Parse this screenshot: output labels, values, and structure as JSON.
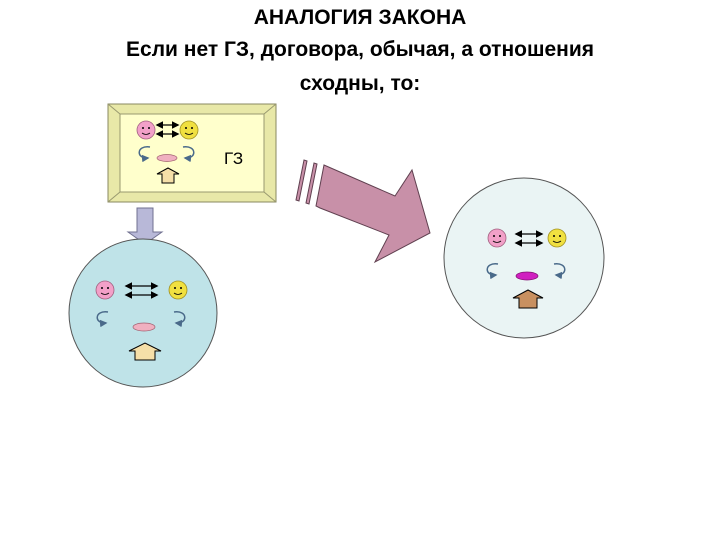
{
  "title": {
    "line1": "АНАЛОГИЯ ЗАКОНА",
    "line2": "Если нет ГЗ, договора, обычая, а отношения",
    "line3": "сходны, то:"
  },
  "frame": {
    "label": "ГЗ"
  },
  "colors": {
    "frame_outer": "#e8e8a8",
    "frame_inner": "#ffffcc",
    "circle_fill": "#bfe3e8",
    "circle_right_fill": "#eaf4f4",
    "face_pink": "#f2a0c8",
    "face_yellow": "#f0e040",
    "ellipse_pink": "#f0b0c0",
    "ellipse_magenta": "#d020c0",
    "pedestal_fill": "#f5dfa8",
    "pedestal_brown": "#c89060",
    "big_arrow": "#c890a8",
    "down_arrow": "#b8b8d8"
  },
  "icons": {
    "face": "smiley-face-icon",
    "double_arrow": "double-headed-arrow-icon",
    "curved_arrow": "curved-arrow-icon",
    "pedestal": "pedestal-arrow-icon"
  }
}
